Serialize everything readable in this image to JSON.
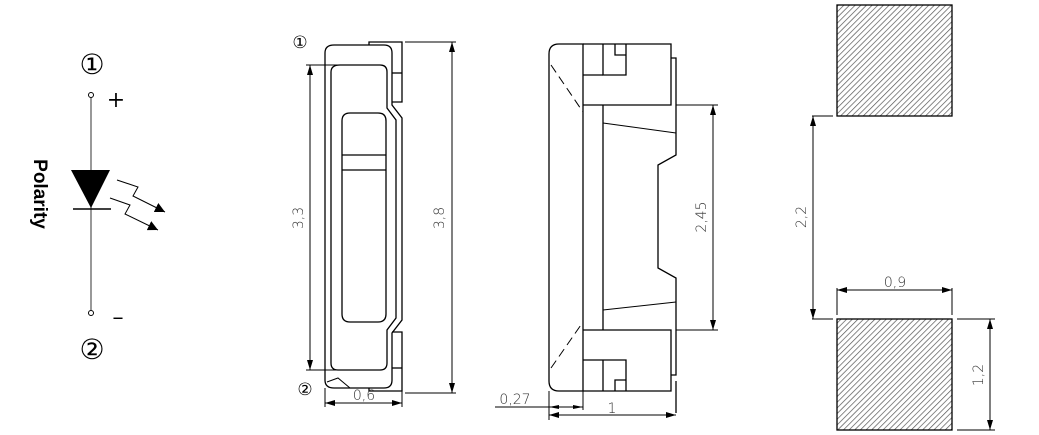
{
  "symbol": {
    "pin1": "①",
    "pin2": "②",
    "plus": "+",
    "minus": "–",
    "label": "Polarity"
  },
  "top_view": {
    "pin1": "①",
    "pin2": "②",
    "dim_inner_length": "3,3",
    "dim_total_length": "3,8",
    "dim_width": "0,6"
  },
  "side_view": {
    "dim_window": "2,45",
    "dim_wall": "0,27",
    "dim_depth": "1"
  },
  "footprint": {
    "dim_pad_gap": "2,2",
    "dim_pad_width": "0,9",
    "dim_pad_height": "1,2"
  }
}
